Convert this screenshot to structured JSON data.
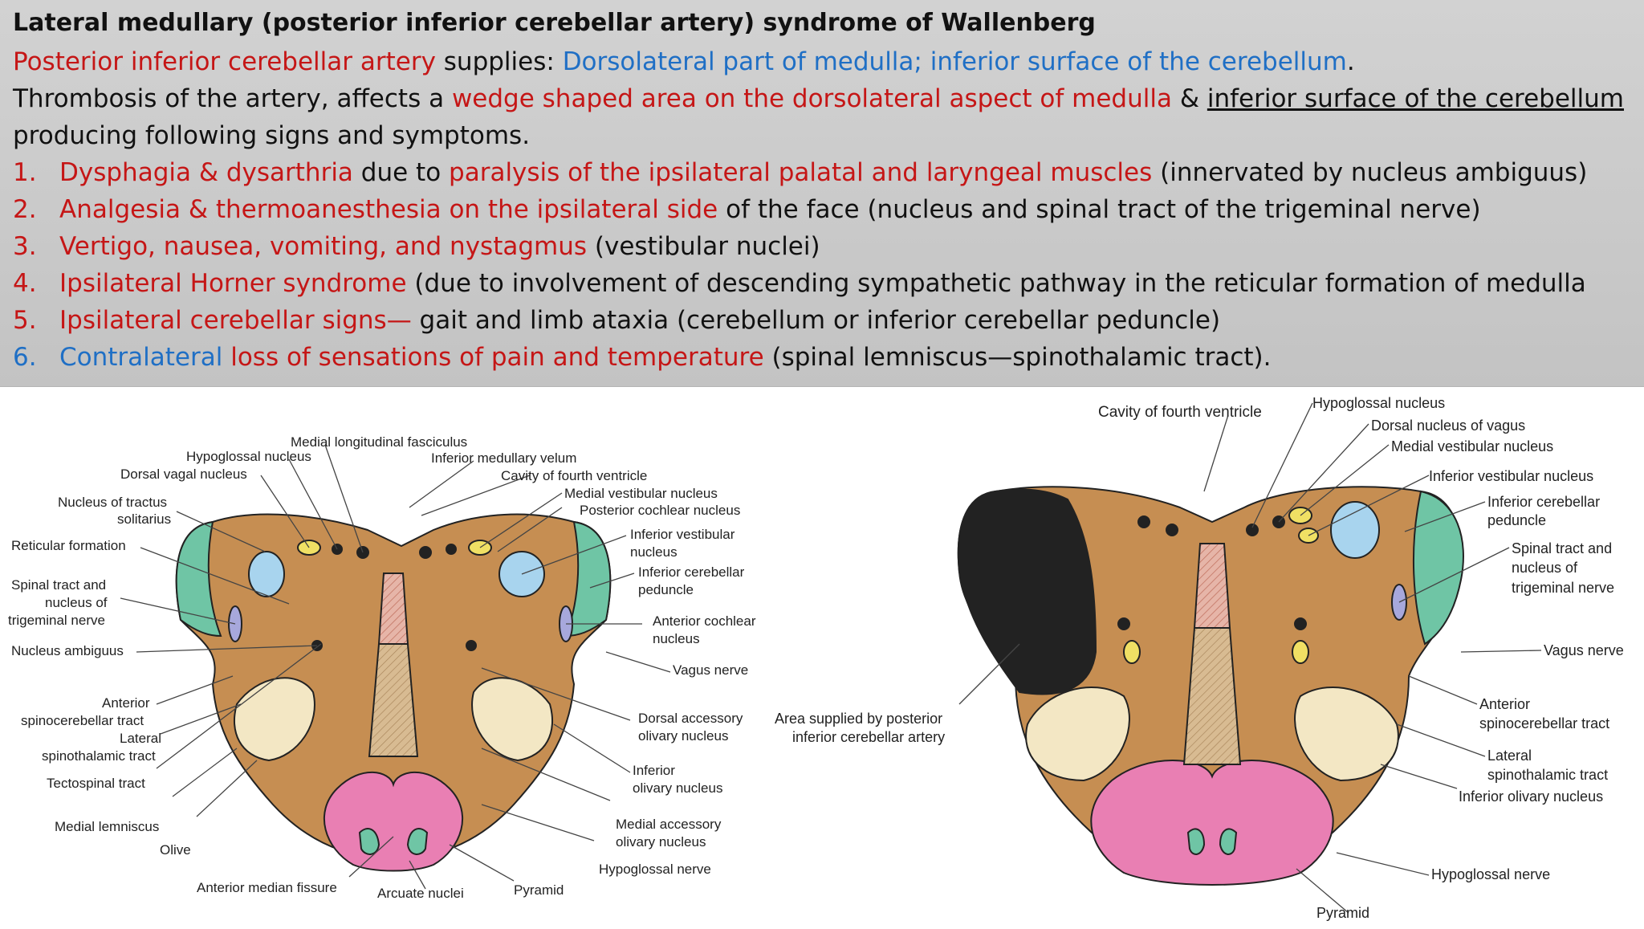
{
  "header": {
    "title": "Lateral medullary (posterior inferior cerebellar artery) syndrome of Wallenberg",
    "line1": {
      "a": "Posterior inferior cerebellar artery",
      "b": " supplies: ",
      "c": "Dorsolateral part of medulla; inferior surface of the cerebellum",
      "d": "."
    },
    "line2": {
      "a": "Thrombosis of the artery, affects a ",
      "b": "wedge shaped area on the dorsolateral aspect of medulla",
      "c": " & ",
      "d": "inferior surface of the cerebellum"
    },
    "line3": "producing following signs and symptoms.",
    "items": [
      {
        "num": "1.",
        "a": "Dysphagia & dysarthria",
        "b": " due to ",
        "c": "paralysis of the ipsilateral palatal and laryngeal muscles",
        "d": " (innervated by nucleus ambiguus)"
      },
      {
        "num": "2.",
        "a": "Analgesia & thermoanesthesia on the ipsilateral side",
        "b": " of the face (nucleus and spinal tract of the trigeminal nerve)"
      },
      {
        "num": "3.",
        "a": "Vertigo, nausea, vomiting, and nystagmus",
        "b": " (vestibular nuclei)"
      },
      {
        "num": "4.",
        "a": "Ipsilateral Horner syndrome",
        "b": " (due to involvement of descending sympathetic pathway in the reticular formation of medulla"
      },
      {
        "num": "5.",
        "a": "Ipsilateral cerebellar signs—",
        "b": " gait and limb ataxia (cerebellum or inferior cerebellar peduncle)"
      },
      {
        "num": "6.",
        "a": "Contralateral",
        "b": " loss of sensations of pain and temperature",
        "c": " (spinal lemniscus—spinothalamic tract)."
      }
    ]
  },
  "left_labels": {
    "mlf": "Medial longitudinal fasciculus",
    "hypoglossal": "Hypoglossal nucleus",
    "imv": "Inferior medullary velum",
    "dorsal_vagal": "Dorsal vagal nucleus",
    "cavity": "Cavity of fourth ventricle",
    "ts1": "Nucleus of tractus",
    "ts2": "solitarius",
    "mvn": "Medial vestibular nucleus",
    "pcn": "Posterior cochlear nucleus",
    "reticular": "Reticular formation",
    "ivn1": "Inferior vestibular",
    "ivn2": "nucleus",
    "st1": "Spinal tract and",
    "st2": "nucleus of",
    "st3": "trigeminal nerve",
    "icp1": "Inferior cerebellar",
    "icp2": "peduncle",
    "acn1": "Anterior cochlear",
    "acn2": "nucleus",
    "ambiguus": "Nucleus ambiguus",
    "vagus": "Vagus nerve",
    "ascp1": "Anterior",
    "ascp2": "spinocerebellar tract",
    "lst1": "Lateral",
    "lst2": "spinothalamic tract",
    "dao1": "Dorsal accessory",
    "dao2": "olivary nucleus",
    "tectospinal": "Tectospinal tract",
    "io1": "Inferior",
    "io2": "olivary nucleus",
    "medial_lemniscus": "Medial lemniscus",
    "mao1": "Medial accessory",
    "mao2": "olivary nucleus",
    "olive": "Olive",
    "hyponerve": "Hypoglossal nerve",
    "amf": "Anterior median fissure",
    "arcuate": "Arcuate nuclei",
    "pyramid": "Pyramid"
  },
  "right_labels": {
    "cavity": "Cavity of fourth ventricle",
    "hypoglossal": "Hypoglossal nucleus",
    "dnv": "Dorsal nucleus of vagus",
    "mvn": "Medial vestibular nucleus",
    "ivn": "Inferior vestibular nucleus",
    "icp1": "Inferior cerebellar",
    "icp2": "peduncle",
    "st1": "Spinal tract and",
    "st2": "nucleus of",
    "st3": "trigeminal nerve",
    "vagus": "Vagus nerve",
    "area1": "Area supplied by posterior",
    "area2": "inferior cerebellar artery",
    "ascp1": "Anterior",
    "ascp2": "spinocerebellar tract",
    "lst1": "Lateral",
    "lst2": "spinothalamic tract",
    "io": "Inferior olivary nucleus",
    "hyponerve": "Hypoglossal nerve",
    "pyramid": "Pyramid"
  },
  "colors": {
    "medulla": "#c68e52",
    "pyramid": "#e97fb3",
    "green": "#6fc5a5",
    "blue_nucleus": "#a8d4ee",
    "dark_area": "#222222"
  }
}
